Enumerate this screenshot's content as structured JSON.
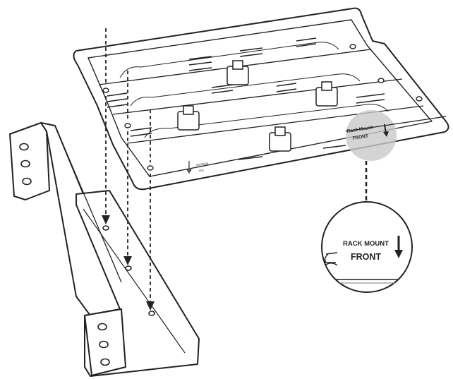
{
  "callout": {
    "line1": "RACK MOUNT",
    "line2": "FRONT"
  },
  "plate_marking": {
    "line1": "Rack Mount",
    "line2": "FRONT"
  },
  "colors": {
    "stroke": "#222222",
    "callout_highlight": "#c9c9c9"
  }
}
